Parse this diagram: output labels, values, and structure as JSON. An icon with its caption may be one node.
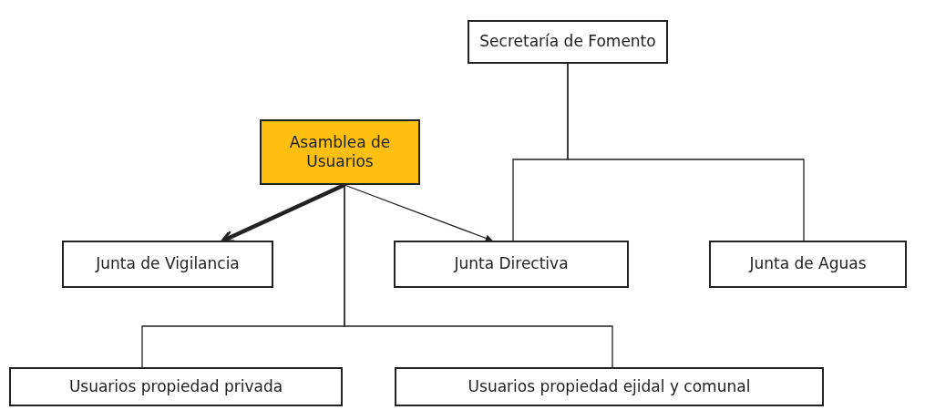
{
  "diagram": {
    "nodes": [
      {
        "text": [
          "Secretaría de Fomento"
        ]
      },
      {
        "text": [
          "Asamblea de Usuarios"
        ]
      },
      {
        "text": [
          "Junta de Vigilancia"
        ]
      },
      {
        "text": [
          "Junta Directiva"
        ]
      },
      {
        "text": [
          "Junta de Aguas"
        ]
      },
      {
        "text": [
          "Usuarios propiedad privada"
        ]
      },
      {
        "text": [
          "Usuarios propiedad ejidal y comunal"
        ]
      }
    ],
    "edges": [
      {
        "from": 1,
        "to": 2,
        "arrow": "to",
        "style": "thick"
      },
      {
        "from": 1,
        "to": 3,
        "arrow": "to"
      },
      {
        "from": 1,
        "to": 5,
        "arrow": "none"
      },
      {
        "from": 1,
        "to": 6,
        "arrow": "none"
      },
      {
        "from": 0,
        "to": 3,
        "arrow": "none"
      },
      {
        "from": 0,
        "to": 4,
        "arrow": "none"
      }
    ]
  }
}
